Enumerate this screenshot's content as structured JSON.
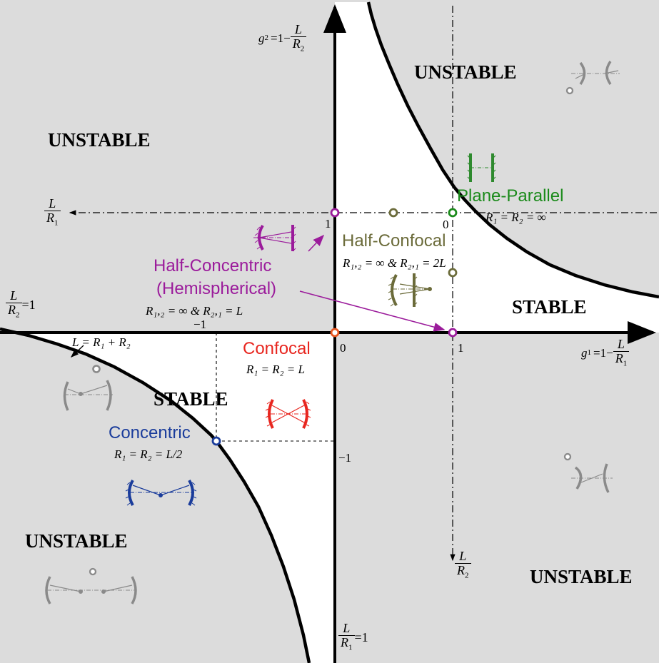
{
  "regions": {
    "upper_left": "UNSTABLE",
    "upper_right": "UNSTABLE",
    "lower_left": "UNSTABLE",
    "lower_right": "UNSTABLE",
    "stable_upper_right": "STABLE",
    "stable_lower_left": "STABLE"
  },
  "axes": {
    "g2_axis": {
      "symbol": "g",
      "subscript": "2",
      "equals": "=1−",
      "num": "L",
      "den": "R",
      "den_sub": "2"
    },
    "g1_axis": {
      "symbol": "g",
      "subscript": "1",
      "equals": "=1−",
      "num": "L",
      "den": "R",
      "den_sub": "1"
    },
    "L_over_R1": {
      "num": "L",
      "den": "R",
      "den_sub": "1"
    },
    "L_over_R2": {
      "num": "L",
      "den": "R",
      "den_sub": "2"
    },
    "L_over_R2_eq1": {
      "num": "L",
      "den": "R",
      "den_sub": "2",
      "rhs": "=1"
    },
    "L_over_R1_eq1": {
      "num": "L",
      "den": "R",
      "den_sub": "1",
      "rhs": "=1"
    }
  },
  "ticks": {
    "x_neg1": "−1",
    "x_0": "0",
    "x_1": "1",
    "y_1": "1",
    "y_neg1": "−1",
    "top_0": "0"
  },
  "cavities": {
    "plane_parallel": {
      "name": "Plane-Parallel",
      "condition": "R₁ = R₂ = ∞",
      "color": "#1a8a1a"
    },
    "half_confocal": {
      "name": "Half-Confocal",
      "condition": "R₁,₂ = ∞  &  R₂,₁ = 2L",
      "color": "#6b6b3a"
    },
    "half_concentric": {
      "name": "Half-Concentric",
      "name2": "(Hemispherical)",
      "condition": "R₁,₂ = ∞  &  R₂,₁ = L",
      "color": "#9b1b9b"
    },
    "confocal": {
      "name": "Confocal",
      "condition": "R₁ = R₂ = L",
      "color": "#e8261f"
    },
    "concentric": {
      "name": "Concentric",
      "condition": "R₁ = R₂ = L/2",
      "color": "#1a3c9b"
    }
  },
  "boundary_label": "L = R₁ + R₂",
  "colors": {
    "unstable_fill": "#dcdcdc",
    "stable_fill": "#ffffff",
    "axis": "#000000",
    "icon_gray": "#8a8a8a"
  }
}
